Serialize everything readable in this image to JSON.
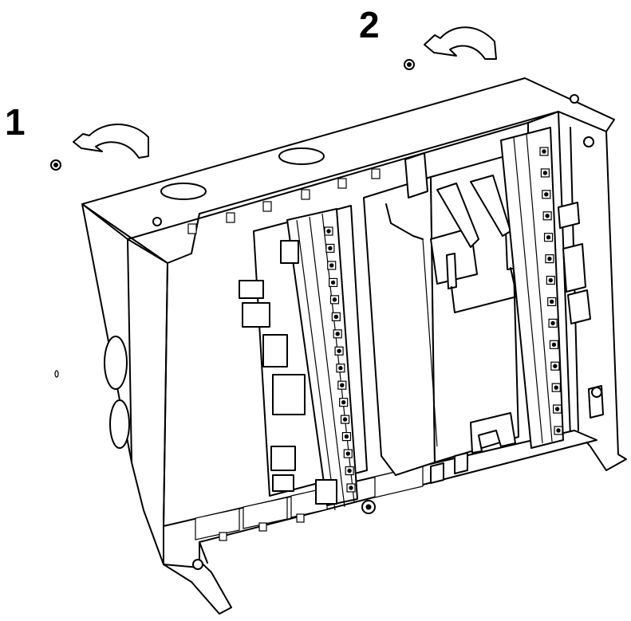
{
  "steps": [
    {
      "number": "1",
      "action": "rotate-counterclockwise"
    },
    {
      "number": "2",
      "action": "rotate-counterclockwise"
    }
  ],
  "colors": {
    "line": "#000000",
    "fill": "#ffffff"
  }
}
